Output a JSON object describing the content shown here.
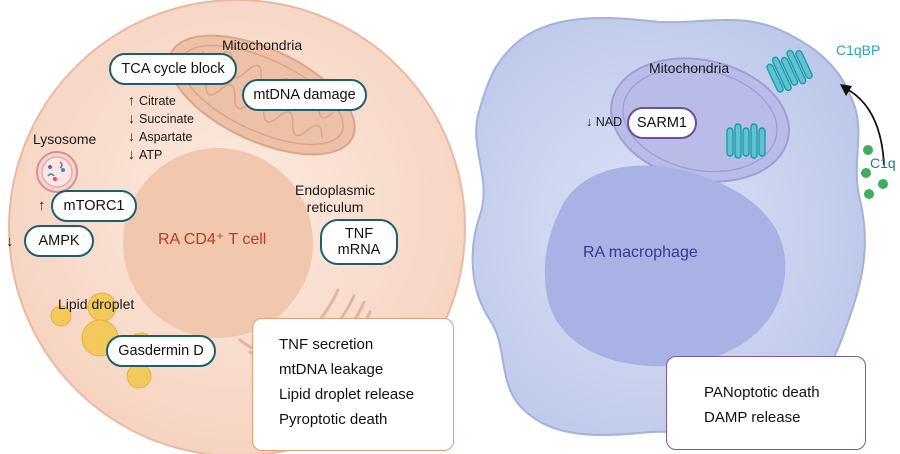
{
  "t_cell": {
    "name": "RA CD4⁺ T cell",
    "organelles": {
      "mitochondria": "Mitochondria",
      "lysosome": "Lysosome",
      "er": "Endoplasmic\nreticulum",
      "lipid_droplet": "Lipid droplet"
    },
    "pills": {
      "tca": "TCA cycle block",
      "mtdna": "mtDNA damage",
      "mtorc1": "mTORC1",
      "ampk": "AMPK",
      "tnf": "TNF\nmRNA",
      "gasdermin": "Gasdermin D"
    },
    "up_arrow": "↑",
    "down_arrow": "↓",
    "metabolites": [
      {
        "arrow": "↑",
        "name": "Citrate"
      },
      {
        "arrow": "↓",
        "name": "Succinate"
      },
      {
        "arrow": "↓",
        "name": "Aspartate"
      },
      {
        "arrow": "↓",
        "name": "ATP"
      }
    ],
    "outcomes": [
      "TNF secretion",
      "mtDNA leakage",
      "Lipid droplet release",
      "Pyroptotic death"
    ]
  },
  "macrophage": {
    "name": "RA macrophage",
    "mitochondria": "Mitochondria",
    "nad": "↓ NAD",
    "sarm1": "SARM1",
    "c1qbp": "C1qBP",
    "c1q": "C1q",
    "outcomes": [
      "PANoptotic death",
      "DAMP release"
    ]
  },
  "colors": {
    "t_cell_fill": "#f9dccd",
    "t_cell_border": "#e9b9a3",
    "nucleus": "#f1c7ad",
    "mito_t": "#edc0a8",
    "pill_border": "#1d5e70",
    "t_box_border": "#e39e79",
    "macrophage_fill": "#cad4ee",
    "macrophage_nucleus": "#a9b2e4",
    "macrophage_text": "#3f3590",
    "mito_m": "#b9bce6",
    "sarm1_border": "#6e4f9a",
    "m_box_border": "#7a58a6",
    "c1qbp": "#22a8b8",
    "c1q": "#3fad5a",
    "lipid": "#f3c95c"
  }
}
